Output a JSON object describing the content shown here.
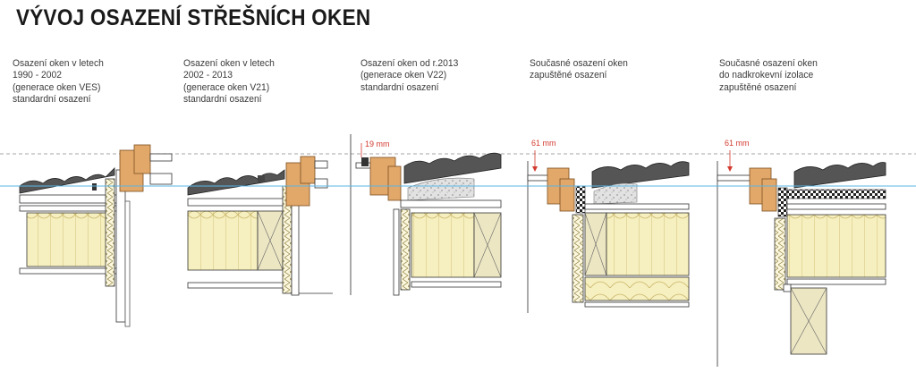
{
  "title": "VÝVOJ OSAZENÍ STŘEŠNÍCH OKEN",
  "columns": [
    {
      "caption": "Osazení oken v letech\n1990 - 2002\n(generace oken VES)\nstandardní osazení"
    },
    {
      "caption": "Osazení oken v letech\n2002 - 2013\n(generace oken V21)\nstandardní osazení"
    },
    {
      "caption": "Osazení oken od r.2013\n(generace oken V22)\nstandardní osazení",
      "dimension": "19 mm"
    },
    {
      "caption": "Současné osazení oken\nzapuštěné osazení",
      "dimension": "61 mm"
    },
    {
      "caption": "Současné osazení oken\ndo nadkrokevní izolace\nzapuštěné osazení",
      "dimension": "61 mm"
    }
  ],
  "colors": {
    "wood": "#e2a86a",
    "wood_dark": "#b97a3c",
    "insulation": "#f6efbf",
    "insulation_line": "#c9b66a",
    "rafter": "#ece6c3",
    "reference_line": "#5bb5e6",
    "dimension": "#d23a2e",
    "steel": "#3b3b3b"
  }
}
